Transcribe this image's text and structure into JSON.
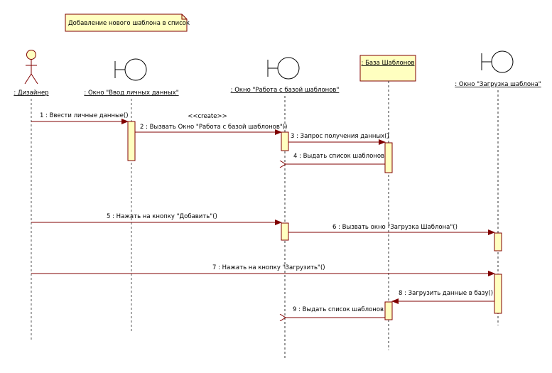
{
  "note": {
    "text": "Добавление нового шаблона в список"
  },
  "colors": {
    "line": "#800000",
    "activation_fill": "#ffffc0",
    "note_fill": "#ffffc0",
    "actor_fill": "#ffffc0"
  },
  "lifelines": [
    {
      "id": "designer",
      "kind": "actor",
      "label": ": Дизайнер"
    },
    {
      "id": "win_personal",
      "kind": "boundary",
      "label": ": Окно \"Ввод личных данных\""
    },
    {
      "id": "win_templates",
      "kind": "boundary",
      "label": ": Окно \"Работа с базой шаблонов\""
    },
    {
      "id": "db",
      "kind": "entity-box",
      "label": ": База Шаблонов"
    },
    {
      "id": "win_upload",
      "kind": "boundary",
      "label": ": Окно \"Загрузка шаблона\""
    }
  ],
  "messages": [
    {
      "label": "1 : Ввести личные данные()",
      "from": "designer",
      "to": "win_personal",
      "type": "call"
    },
    {
      "label": "2 : Вызвать Окно \"Работа с базой шаблонов\"()",
      "stereotype": "<<create>>",
      "from": "win_personal",
      "to": "win_templates",
      "type": "call"
    },
    {
      "label": "3 : Запрос получения данных()",
      "from": "win_templates",
      "to": "db",
      "type": "call"
    },
    {
      "label": "4 : Выдать список шаблонов",
      "from": "db",
      "to": "win_templates",
      "type": "return"
    },
    {
      "label": "5 : Нажать на кнопку \"Добавить\"()",
      "from": "designer",
      "to": "win_templates",
      "type": "call"
    },
    {
      "label": "6 : Вызвать окно \"Загрузка Шаблона\"()",
      "from": "win_templates",
      "to": "win_upload",
      "type": "call"
    },
    {
      "label": "7 : Нажать на кнопку \"Загрузить\"()",
      "from": "designer",
      "to": "win_upload",
      "type": "call"
    },
    {
      "label": "8 : Загрузить данные в базу()",
      "from": "win_upload",
      "to": "db",
      "type": "call"
    },
    {
      "label": "9 : Выдать список шаблонов",
      "from": "db",
      "to": "win_templates",
      "type": "return"
    }
  ]
}
